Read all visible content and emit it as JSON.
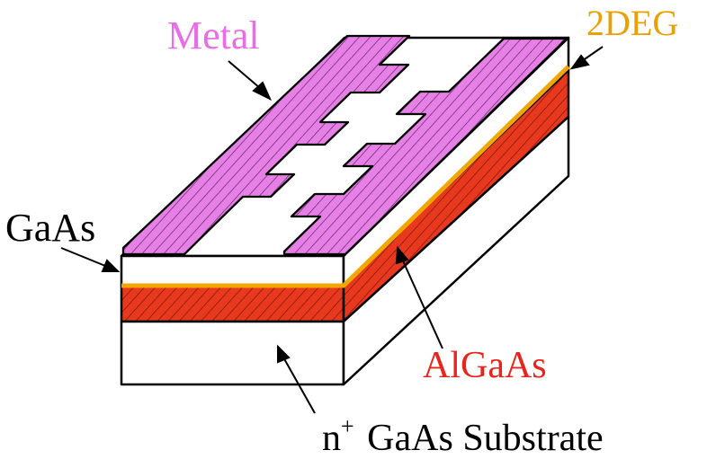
{
  "labels": {
    "metal": "Metal",
    "two_deg": "2DEG",
    "gaas": "GaAs",
    "algaas": "AlGaAs",
    "substrate_prefix": "n",
    "substrate_sup": "+",
    "substrate_rest": " GaAs Substrate"
  },
  "colors": {
    "metal": "#e680e6",
    "metal_text": "#ea6de8",
    "two_deg": "#f0a800",
    "two_deg_text": "#eaa100",
    "algaas": "#e8391f",
    "algaas_text": "#e8251c",
    "gaas": "#ffffff",
    "substrate": "#ffffff",
    "outline": "#000000"
  }
}
